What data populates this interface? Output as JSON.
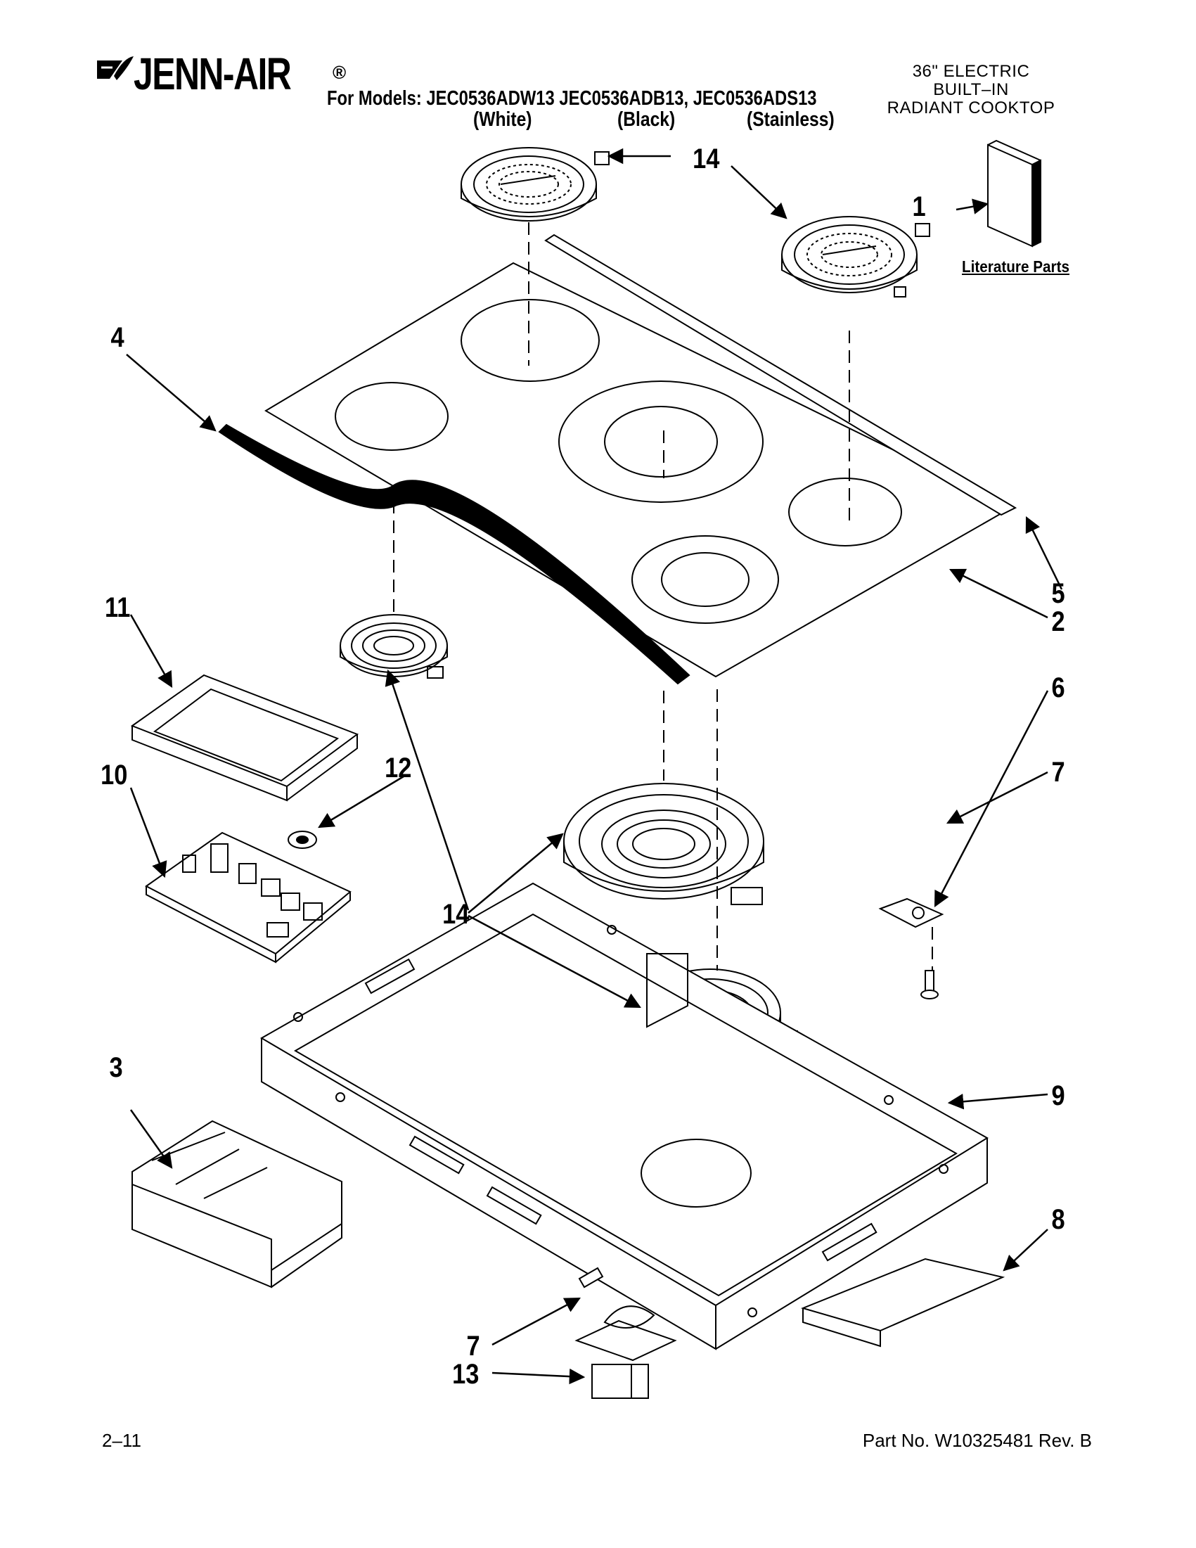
{
  "header": {
    "brand": "JENN-AIR",
    "brand_reg": "®",
    "models_line": "For Models: JEC0536ADW13 JEC0536ADB13, JEC0536ADS13",
    "colors": {
      "white": "(White)",
      "black": "(Black)",
      "stainless": "(Stainless)"
    },
    "title_lines": [
      "36\" ELECTRIC",
      "BUILT–IN",
      "RADIANT COOKTOP"
    ]
  },
  "literature_label": "Literature Parts",
  "callouts": {
    "c1": "1",
    "c2": "2",
    "c3": "3",
    "c4": "4",
    "c5": "5",
    "c6": "6",
    "c7a": "7",
    "c7b": "7",
    "c8": "8",
    "c9": "9",
    "c10": "10",
    "c11": "11",
    "c12": "12",
    "c13": "13",
    "c14a": "14",
    "c14b": "14",
    "c14c": "14"
  },
  "footer": {
    "page_num": "2–11",
    "part_no": "Part No. W10325481 Rev. B"
  }
}
